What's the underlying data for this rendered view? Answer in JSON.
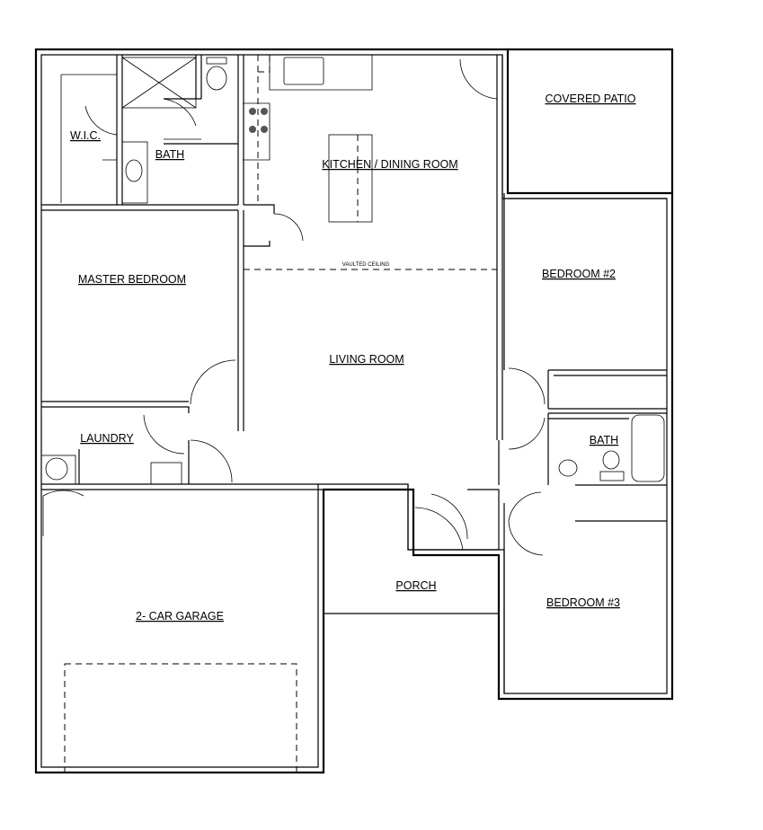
{
  "rooms": {
    "wic": "W.I.C.",
    "master_bath": "BATH",
    "kitchen": "KITCHEN / DINING ROOM",
    "covered_patio": "COVERED PATIO",
    "master_bedroom": "MASTER BEDROOM",
    "vaulted_ceiling": "VAULTED CEILING",
    "bedroom2": "BEDROOM #2",
    "living_room": "LIVING ROOM",
    "laundry": "LAUNDRY",
    "bath2": "BATH",
    "garage": "2- CAR GARAGE",
    "porch": "PORCH",
    "bedroom3": "BEDROOM #3"
  }
}
